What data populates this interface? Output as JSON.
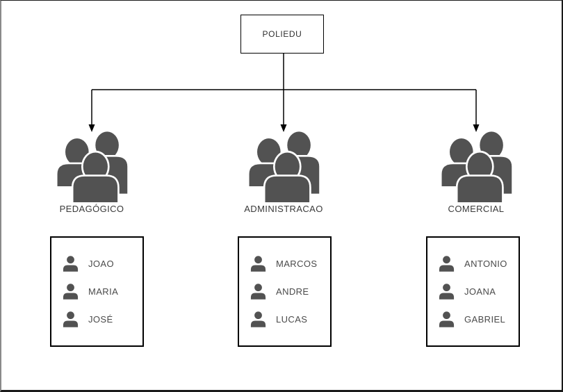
{
  "diagram": {
    "root": {
      "label": "POLIEDU"
    },
    "departments": [
      {
        "label": "PEDAGÓGICO",
        "members": [
          "JOAO",
          "MARIA",
          "JOSÉ"
        ]
      },
      {
        "label": "ADMINISTRACAO",
        "members": [
          "MARCOS",
          "ANDRE",
          "LUCAS"
        ]
      },
      {
        "label": "COMERCIAL",
        "members": [
          "ANTONIO",
          "JOANA",
          "GABRIEL"
        ]
      }
    ]
  },
  "icons": {
    "department": "people-group-icon",
    "member": "person-icon"
  },
  "colors": {
    "background": "#ffffff",
    "line": "#000000",
    "box_border": "#000000",
    "icon": "#525252",
    "label_text": "#3a3a3a",
    "member_text": "#4a4a4a"
  }
}
